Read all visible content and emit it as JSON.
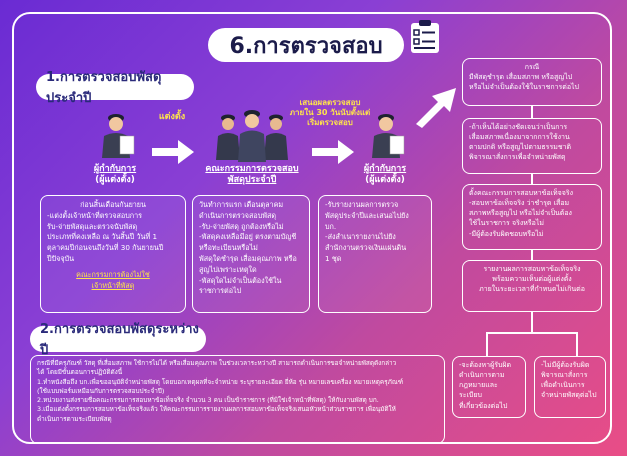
{
  "title": "6.การตรวจสอบ",
  "icons": {
    "clipboard": "clipboard-check-icon",
    "person": "official-figure-icon"
  },
  "colors": {
    "bg_start": "#6a2bd3",
    "bg_end": "#e94d86",
    "highlight": "#ffe44a",
    "title_text": "#1b1b4a"
  },
  "section1": {
    "heading": "1.การตรวจสอบพัสดุประจำปี",
    "appoint_label": "แต่งตั้ง",
    "report_label_lines": [
      "เสนอผลตรวจสอบ",
      "ภายใน 30 วันนับตั้งแต่",
      "เริ่มตรวจสอบ"
    ],
    "actor1_lines": [
      "ผู้กำกับการ",
      "(ผู้แต่งตั้ง)"
    ],
    "committee_lines": [
      "คณะกรรมการตรวจสอบ",
      "พัสดุประจำปี"
    ],
    "actor2_lines": [
      "ผู้กำกับการ",
      "(ผู้แต่งตั้ง)"
    ],
    "box1_lines": [
      "ก่อนสิ้นเดือนกันยายน",
      "-แต่งตั้งเจ้าหน้าที่ตรวจสอบการ",
      "รับ-จ่ายพัสดุและตรวจนับพัสดุ",
      "ประเภทที่คงเหลือ ณ วันสิ้นปี วันที่ 1",
      "ตุลาคมปีก่อนจนถึงวันที่ 30 กันยายนปี",
      "ปีปัจจุบัน"
    ],
    "box1_note_lines": [
      "คณะกรรมการต้องไม่ใช่",
      "เจ้าหน้าที่พัสดุ"
    ],
    "box2_lines": [
      "วันทำการแรก เดือนตุลาคม",
      "ดำเนินการตรวจสอบพัสดุ",
      "-รับ-จ่ายพัสดุ ถูกต้องหรือไม่",
      "-พัสดุคงเหลือมีอยู่ ตรงตามบัญชี",
      "หรือทะเบียนหรือไม่",
      "พัสดุใดชำรุด เสื่อมคุณภาพ หรือ",
      "สูญไปเพราะเหตุใด",
      "-พัสดุใดไม่จำเป็นต้องใช้ใน",
      "ราชการต่อไป"
    ],
    "box3_lines": [
      "-รับรายงานผลการตรวจ",
      "พัสดุประจำปีและเสนอไปยัง",
      "บก.",
      "-ส่งสำเนารายงานไปยัง",
      "สำนักงานตรวจเงินแผ่นดิน",
      "1 ชุด"
    ]
  },
  "right_flow": [
    {
      "lines": [
        "กรณี",
        "มีพัสดุชำรุด เสื่อมสภาพ หรือสูญไป",
        "หรือไม่จำเป็นต้องใช้ในราชการต่อไป"
      ]
    },
    {
      "lines": [
        "-ถ้าเห็นได้อย่างชัดเจนว่าเป็นการ",
        "เสื่อมสภาพเนื่องมาจากการใช้งาน",
        "ตามปกติ หรือสูญไปตามธรรมชาติ",
        "พิจารณาสั่งการเพื่อจำหน่ายพัสดุ"
      ]
    },
    {
      "lines": [
        "ตั้งคณะกรรมการสอบหาข้อเท็จจริง",
        "-สอบหาข้อเท็จจริง ว่าชำรุด เสื่อม",
        "สภาพหรือสูญไป หรือไม่จำเป็นต้อง",
        "ใช้ในราชการ จริงหรือไม่",
        "-มีผู้ต้องรับผิดชอบหรือไม่"
      ]
    },
    {
      "lines": [
        "รายงานผลการสอบหาข้อเท็จจริง",
        "พร้อมความเห็นต่อผู้แต่งตั้ง",
        "ภายในระยะเวลาที่กำหนดไม่เกินต่อ"
      ]
    }
  ],
  "outcomes": [
    {
      "lines": [
        "-จะต้องหาผู้รับผิด",
        "ดำเนินการตาม",
        "กฎหมายและระเบียบ",
        "ที่เกี่ยวข้องต่อไป"
      ]
    },
    {
      "lines": [
        "-ไม่มีผู้ต้องรับผิด",
        "พิจารณาสั่งการ",
        "เพื่อดำเนินการ",
        "จำหน่ายพัสดุต่อไป"
      ]
    }
  ],
  "section2": {
    "heading": "2.การตรวจสอบพัสดุระหว่างปี",
    "note_lines": [
      "กรณีที่มีครุภัณฑ์ วัสดุ ที่เสื่อมสภาพ ใช้การไม่ได้ หรือเสื่อมคุณภาพ ในช่วงเวลาระหว่างปี สามารถดำเนินการขอจำหน่ายพัสดุดังกล่าว",
      "ได้ โดยมีขั้นตอนการปฏิบัติดังนี้",
      "1.ทำหนังสือถึง บก.เพื่อขออนุมัติจำหน่ายพัสดุ โดยบอกเหตุผลที่จะจำหน่าย ระบุรายละเอียด ยี่ห้อ รุ่น หมายเลขเครื่อง หมายเหตุครุภัณฑ์",
      "(ใช้แบบฟอร์มเหมือนกับการตรวจสอบประจำปี)",
      "2.หน่วยงานส่งรายชื่อคณะกรรมการสอบหาข้อเท็จจริง จำนวน 3 คน เป็นข้าราชการ (ที่มิใช่เจ้าหน้าที่พัสดุ) ให้กับงานพัสดุ บก.",
      "3.เมื่อแต่งตั้งกรรมการสอบหาข้อเท็จจริงแล้ว ให้คณะกรรมการรายงานผลการสอบหาข้อเท็จจริงเสนอหัวหน้าส่วนราชการ เพื่อนุมัติให้",
      "ดำเนินการตามระเบียบพัสดุ"
    ]
  }
}
